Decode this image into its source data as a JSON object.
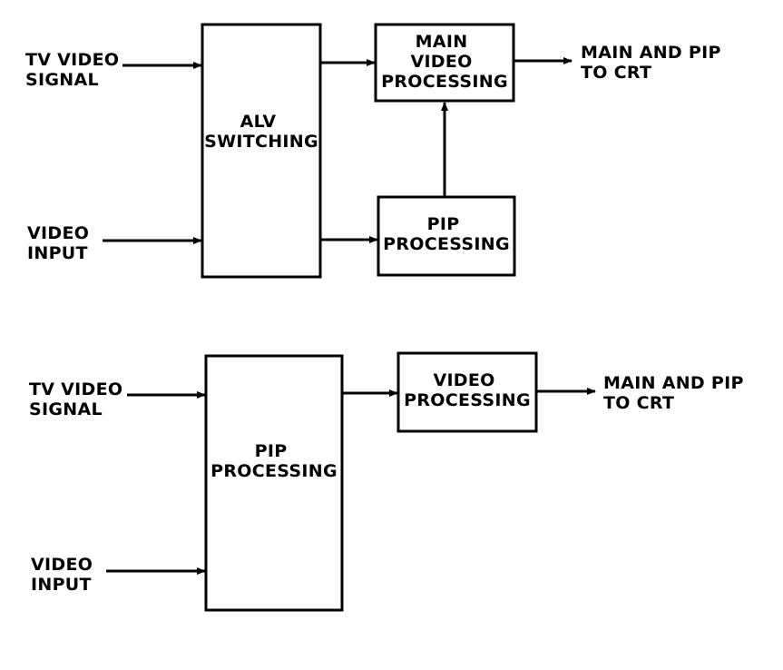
{
  "diagrams": [
    {
      "inputs": [
        {
          "lines": [
            "TV VIDEO",
            "SIGNAL"
          ]
        },
        {
          "lines": [
            "VIDEO",
            "INPUT"
          ]
        }
      ],
      "blocks": [
        {
          "lines": [
            "ALV",
            "SWITCHING"
          ]
        },
        {
          "lines": [
            "MAIN",
            "VIDEO",
            "PROCESSING"
          ]
        },
        {
          "lines": [
            "PIP",
            "PROCESSING"
          ]
        }
      ],
      "output": {
        "lines": [
          "MAIN AND PIP",
          "TO CRT"
        ]
      }
    },
    {
      "inputs": [
        {
          "lines": [
            "TV VIDEO",
            "SIGNAL"
          ]
        },
        {
          "lines": [
            "VIDEO",
            "INPUT"
          ]
        }
      ],
      "blocks": [
        {
          "lines": [
            "PIP",
            "PROCESSING"
          ]
        },
        {
          "lines": [
            "VIDEO",
            "PROCESSING"
          ]
        }
      ],
      "output": {
        "lines": [
          "MAIN AND PIP",
          "TO CRT"
        ]
      }
    }
  ]
}
